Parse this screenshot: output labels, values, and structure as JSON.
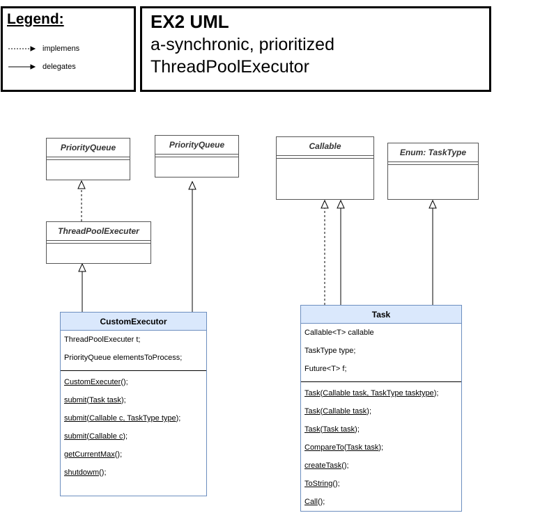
{
  "legend": {
    "title": "Legend:",
    "items": [
      {
        "label": "implemens",
        "style": "dashed-arrow"
      },
      {
        "label": "delegates",
        "style": "solid-arrow"
      }
    ]
  },
  "header": {
    "title": "EX2 UML",
    "subtitle_line1": "a-synchronic, prioritized",
    "subtitle_line2": "ThreadPoolExecutor"
  },
  "classes": {
    "pq1": {
      "name": "PriorityQueue"
    },
    "pq2": {
      "name": "PriorityQueue"
    },
    "callable": {
      "name": "Callable"
    },
    "tasktype": {
      "name": "Enum: TaskType"
    },
    "tpe": {
      "name": "ThreadPoolExecuter"
    },
    "custom": {
      "name": "CustomExecutor",
      "fields": [
        "ThreadPoolExecuter t;",
        "PriorityQueue elementsToProcess;"
      ],
      "methods": [
        {
          "name": "CustomExecuter",
          "args": "",
          "tail": "();"
        },
        {
          "name": "submit",
          "args": "Task task",
          "tail": ");"
        },
        {
          "name": "submit",
          "args": "Callable c, TaskType type",
          "tail": ");"
        },
        {
          "name": "submit",
          "args": "Callable c",
          "tail": ");"
        },
        {
          "name": "getCurrentMax",
          "args": "",
          "tail": "();"
        },
        {
          "name": "shutdowm",
          "args": "",
          "tail": "();"
        }
      ]
    },
    "task": {
      "name": "Task",
      "fields": [
        "Callable<T> callable",
        "TaskType type;",
        "Future<T> f;"
      ],
      "methods": [
        {
          "name": "Task",
          "args": "Callable task, TaskType tasktype",
          "tail": ");"
        },
        {
          "name": "Task",
          "args": "Callable task",
          "tail": ");"
        },
        {
          "name": "Task",
          "args": "Task task",
          "tail": ");"
        },
        {
          "name": "CompareTo",
          "args": "Task task",
          "tail": ");"
        },
        {
          "name": "createTask",
          "args": "",
          "tail": "();"
        },
        {
          "name": "ToString",
          "args": "",
          "tail": "();"
        },
        {
          "name": "Call",
          "args": "",
          "tail": "();"
        }
      ]
    }
  },
  "colors": {
    "class_header_blue": "#dae8fc",
    "class_border_blue": "#6c8ebf",
    "border_gray": "#555555"
  }
}
